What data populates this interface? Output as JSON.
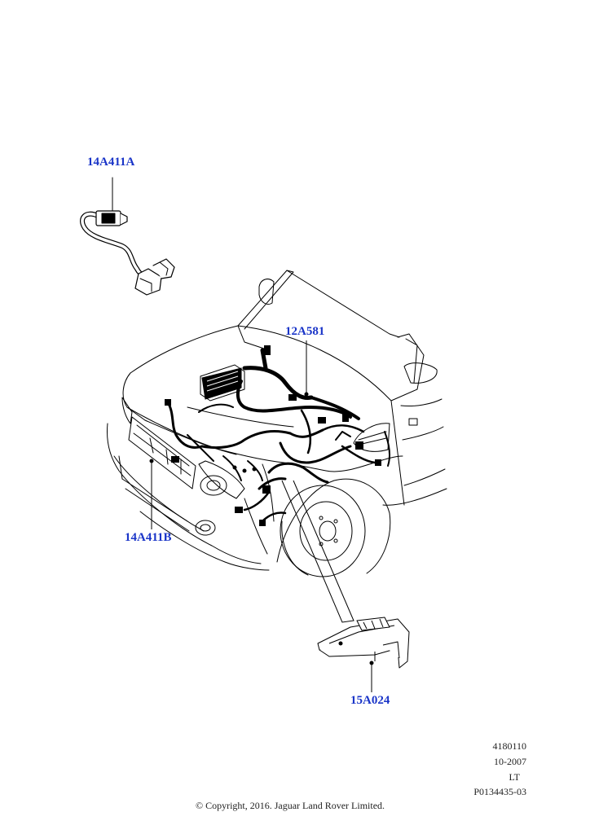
{
  "callouts": {
    "part_14A411A": "14A411A",
    "part_12A581": "12A581",
    "part_14A411B": "14A411B",
    "part_15A024": "15A024"
  },
  "meta": {
    "line1": "4180110",
    "line2": "10-2007",
    "line3": "LT",
    "line4": "P0134435-03"
  },
  "footer": {
    "copyright": "© Copyright, 2016. Jaguar Land Rover Limited."
  },
  "colors": {
    "callout_text": "#1a35c8",
    "line_art": "#000000"
  }
}
